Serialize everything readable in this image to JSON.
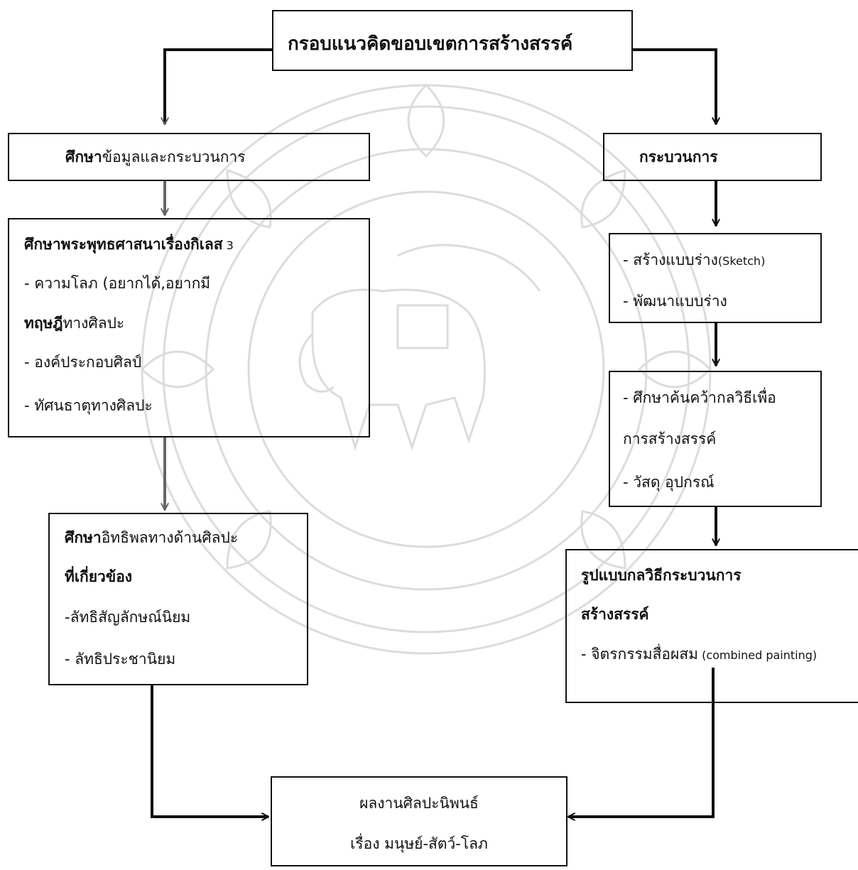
{
  "title": "กรอบแนวคิดขอบเขตการสร้างสรรค์",
  "left_header": {
    "bold": "ศึกษา",
    "normal": "ข้อมูลและกระบวนการ"
  },
  "right_header": "กระบวนการ",
  "left_study": {
    "line1": {
      "bold": "ศึกษาพระพุทธศาสนาเรื่องกิเลส",
      "normal": " 3"
    },
    "line2": "-  ความโลภ (อยากได้,อยากมี",
    "line3": {
      "bold": "ทฤษฎี",
      "normal": "ทางศิลปะ"
    },
    "line4": "- องค์ประกอบศิลป์",
    "line5": "- ทัศนธาตุทางศิลปะ"
  },
  "right_sketch": {
    "line1_text": "- สร้างแบบร่าง",
    "line1_small": "(Sketch)",
    "line2": "- พัฒนาแบบร่าง"
  },
  "right_research": {
    "line1": "- ศึกษาค้นคว้ากลวิธีเพื่อ",
    "line2": "การสร้างสรรค์",
    "line3": "- วัสดุ อุปกรณ์"
  },
  "left_influence": {
    "line1": {
      "bold": "ศึกษา",
      "normal": "อิทธิพลทางด้านศิลปะ"
    },
    "line2": "ที่เกี่ยวข้อง",
    "line3": "-ลัทธิสัญลักษณ์นิยม",
    "line4": "- ลัทธิประชานิยม"
  },
  "right_method": {
    "line1": "รูปแบบกลวิธีกระบวนการ",
    "line2": "สร้างสรรค์",
    "line3_text": "- จิตรกรรมสื่อผสม",
    "line3_small": " (combined painting)"
  },
  "result": {
    "line1": "ผลงานศิลปะนิพนธ์",
    "line2": "เรื่อง มนุษย์-สัตว์-โลภ"
  },
  "colors": {
    "ink": "#111111",
    "watermark": "#d9d9d9",
    "gray_arrow": "#666666"
  }
}
